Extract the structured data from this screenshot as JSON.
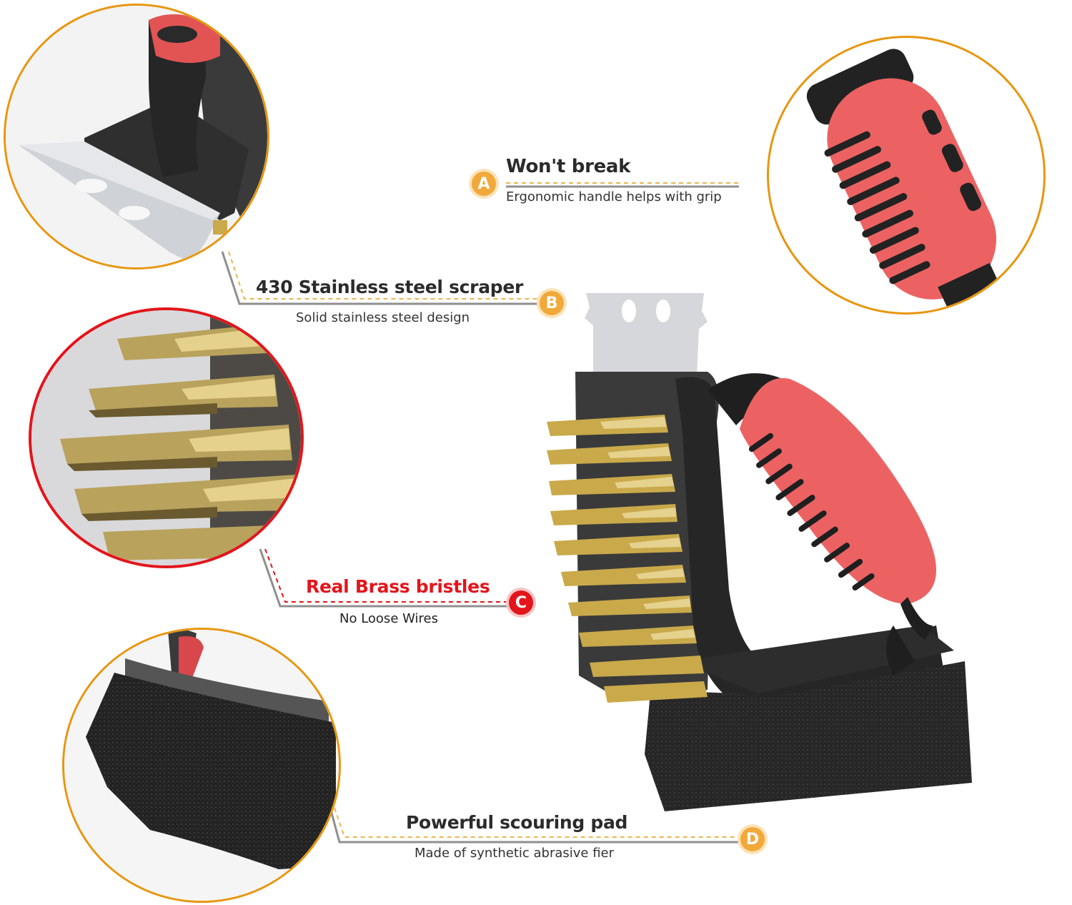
{
  "features": [
    {
      "letter": "A",
      "title": "Won't break",
      "subtitle": "Ergonomic handle helps with grip",
      "accent": "#f2a93b",
      "title_color": "#2b2b2b",
      "detail": "ergonomic-handle-closeup"
    },
    {
      "letter": "B",
      "title": "430 Stainless steel scraper",
      "subtitle": "Solid stainless steel design",
      "accent": "#f2a93b",
      "title_color": "#2b2b2b",
      "detail": "stainless-steel-scraper-closeup"
    },
    {
      "letter": "C",
      "title": "Real Brass bristles",
      "subtitle": "No Loose Wires",
      "accent": "#e3151b",
      "title_color": "#e3151b",
      "detail": "brass-bristles-closeup"
    },
    {
      "letter": "D",
      "title": "Powerful scouring pad",
      "subtitle": "Made of synthetic abrasive fier",
      "accent": "#f2a93b",
      "title_color": "#2b2b2b",
      "detail": "scouring-pad-closeup"
    }
  ],
  "colors": {
    "orange_ring": "#e8960f",
    "red_ring": "#e3151b",
    "leader_gray": "#8f8f8f",
    "handle_red": "#ec5b5b",
    "handle_black": "#1f1f1f",
    "brass": "#c9a94a",
    "steel": "#d7d9dc",
    "pad": "#2a2a2a"
  }
}
